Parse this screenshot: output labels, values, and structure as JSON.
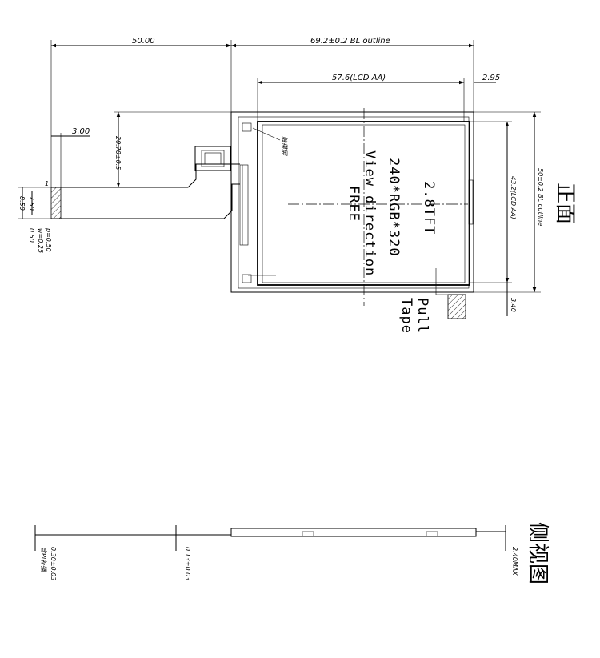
{
  "front_view": {
    "title": "正面",
    "dim_outline_width": "69.2±0.2 BL outline",
    "dim_left_offset": "50.00",
    "dim_lcd_aa_width": "57.6(LCD AA)",
    "dim_right_margin": "2.95",
    "dim_tail_width": "3.00",
    "dim_tail_height": "20.70±0.5",
    "dim_outline_height": "50±0.2 BL outline",
    "dim_lcd_aa_height": "43.2(LCD AA)",
    "dim_bottom_margin": "3.40",
    "dim_fpc_750": "7.50",
    "dim_fpc_850": "8.50",
    "dim_fpc_050": "0.50",
    "dim_pitch": "p=0.50",
    "dim_width": "w=0.25",
    "pin_mark": "1",
    "panel_label": "2.8TFT",
    "resolution_label": "240*RGB*320",
    "view_direction_label": "View direction",
    "view_direction_value": "FREE",
    "pull_tape_line1": "Pull",
    "pull_tape_line2": "Tape",
    "corner_note": "触摸屏"
  },
  "side_view": {
    "title": "侧视图",
    "dim_stiffener": "0.30±0.03",
    "dim_stiffener_note": "含PI补强",
    "dim_fpc_thickness": "0.13±0.03",
    "dim_max_thickness": "2.40MAX"
  }
}
